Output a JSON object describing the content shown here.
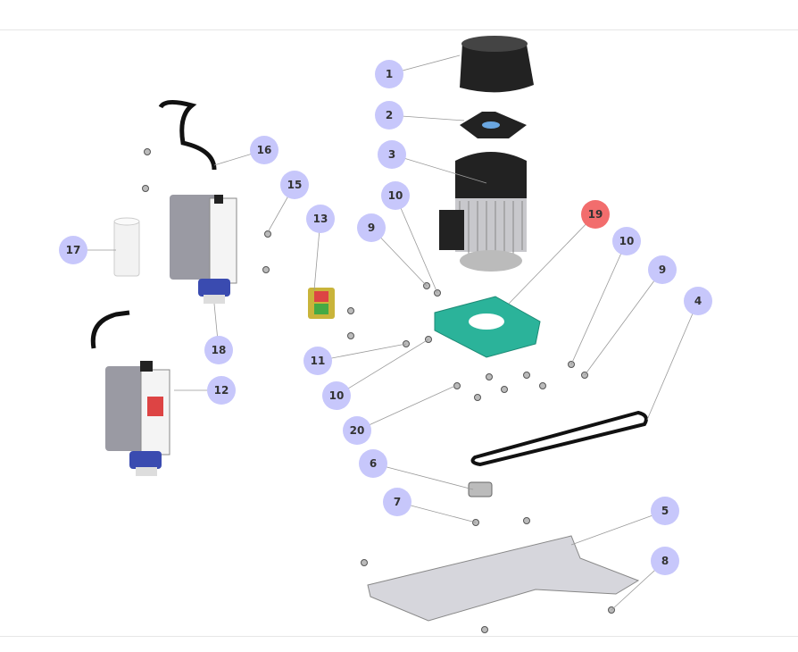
{
  "colors": {
    "badge": "#c7c7fb",
    "badge_highlight": "#f26d6d",
    "base_plate": "#2bb39a",
    "motor": "#222222",
    "switch_body": "#9a9aa3",
    "switch_cap": "#3a4bb0",
    "guard": "#d6d6dc"
  },
  "callouts": [
    {
      "label": "1",
      "part": "fan-cover",
      "highlighted": false
    },
    {
      "label": "2",
      "part": "fan",
      "highlighted": false
    },
    {
      "label": "3",
      "part": "motor",
      "highlighted": false
    },
    {
      "label": "10",
      "part": "nut",
      "highlighted": false
    },
    {
      "label": "9",
      "part": "bolt",
      "highlighted": false
    },
    {
      "label": "19",
      "part": "motor-base-plate",
      "highlighted": true
    },
    {
      "label": "13",
      "part": "switch-insert",
      "highlighted": false
    },
    {
      "label": "16",
      "part": "cable",
      "highlighted": false
    },
    {
      "label": "15",
      "part": "screw",
      "highlighted": false
    },
    {
      "label": "17",
      "part": "capacitor",
      "highlighted": false
    },
    {
      "label": "18",
      "part": "cable-gland",
      "highlighted": false
    },
    {
      "label": "12",
      "part": "switch-box",
      "highlighted": false
    },
    {
      "label": "10",
      "part": "nut",
      "highlighted": false
    },
    {
      "label": "9",
      "part": "bolt",
      "highlighted": false
    },
    {
      "label": "4",
      "part": "belt",
      "highlighted": false
    },
    {
      "label": "11",
      "part": "long-bolt",
      "highlighted": false
    },
    {
      "label": "10",
      "part": "nut",
      "highlighted": false
    },
    {
      "label": "20",
      "part": "screws",
      "highlighted": false
    },
    {
      "label": "6",
      "part": "pulley",
      "highlighted": false
    },
    {
      "label": "7",
      "part": "circlip",
      "highlighted": false
    },
    {
      "label": "5",
      "part": "belt-guard",
      "highlighted": false
    },
    {
      "label": "8",
      "part": "screw",
      "highlighted": false
    }
  ]
}
